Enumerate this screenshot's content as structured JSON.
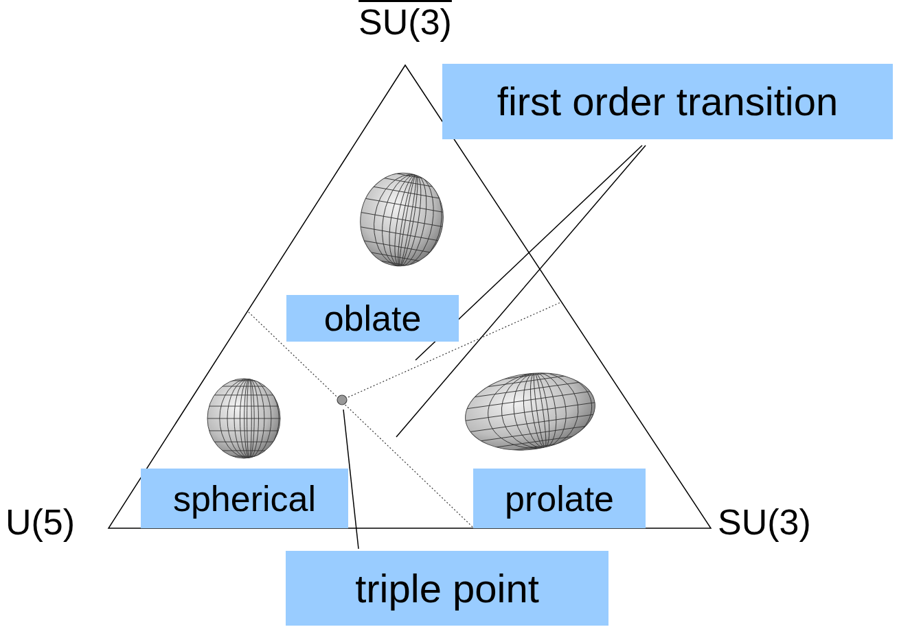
{
  "diagram": {
    "nodes": [
      {
        "text": [
          "first order transition"
        ]
      },
      {
        "text": [
          "oblate"
        ]
      },
      {
        "text": [
          "spherical"
        ]
      },
      {
        "text": [
          "prolate"
        ]
      },
      {
        "text": [
          "triple point"
        ]
      }
    ],
    "labels": [
      "SU(3)",
      "U(5)",
      "SU(3)"
    ]
  }
}
